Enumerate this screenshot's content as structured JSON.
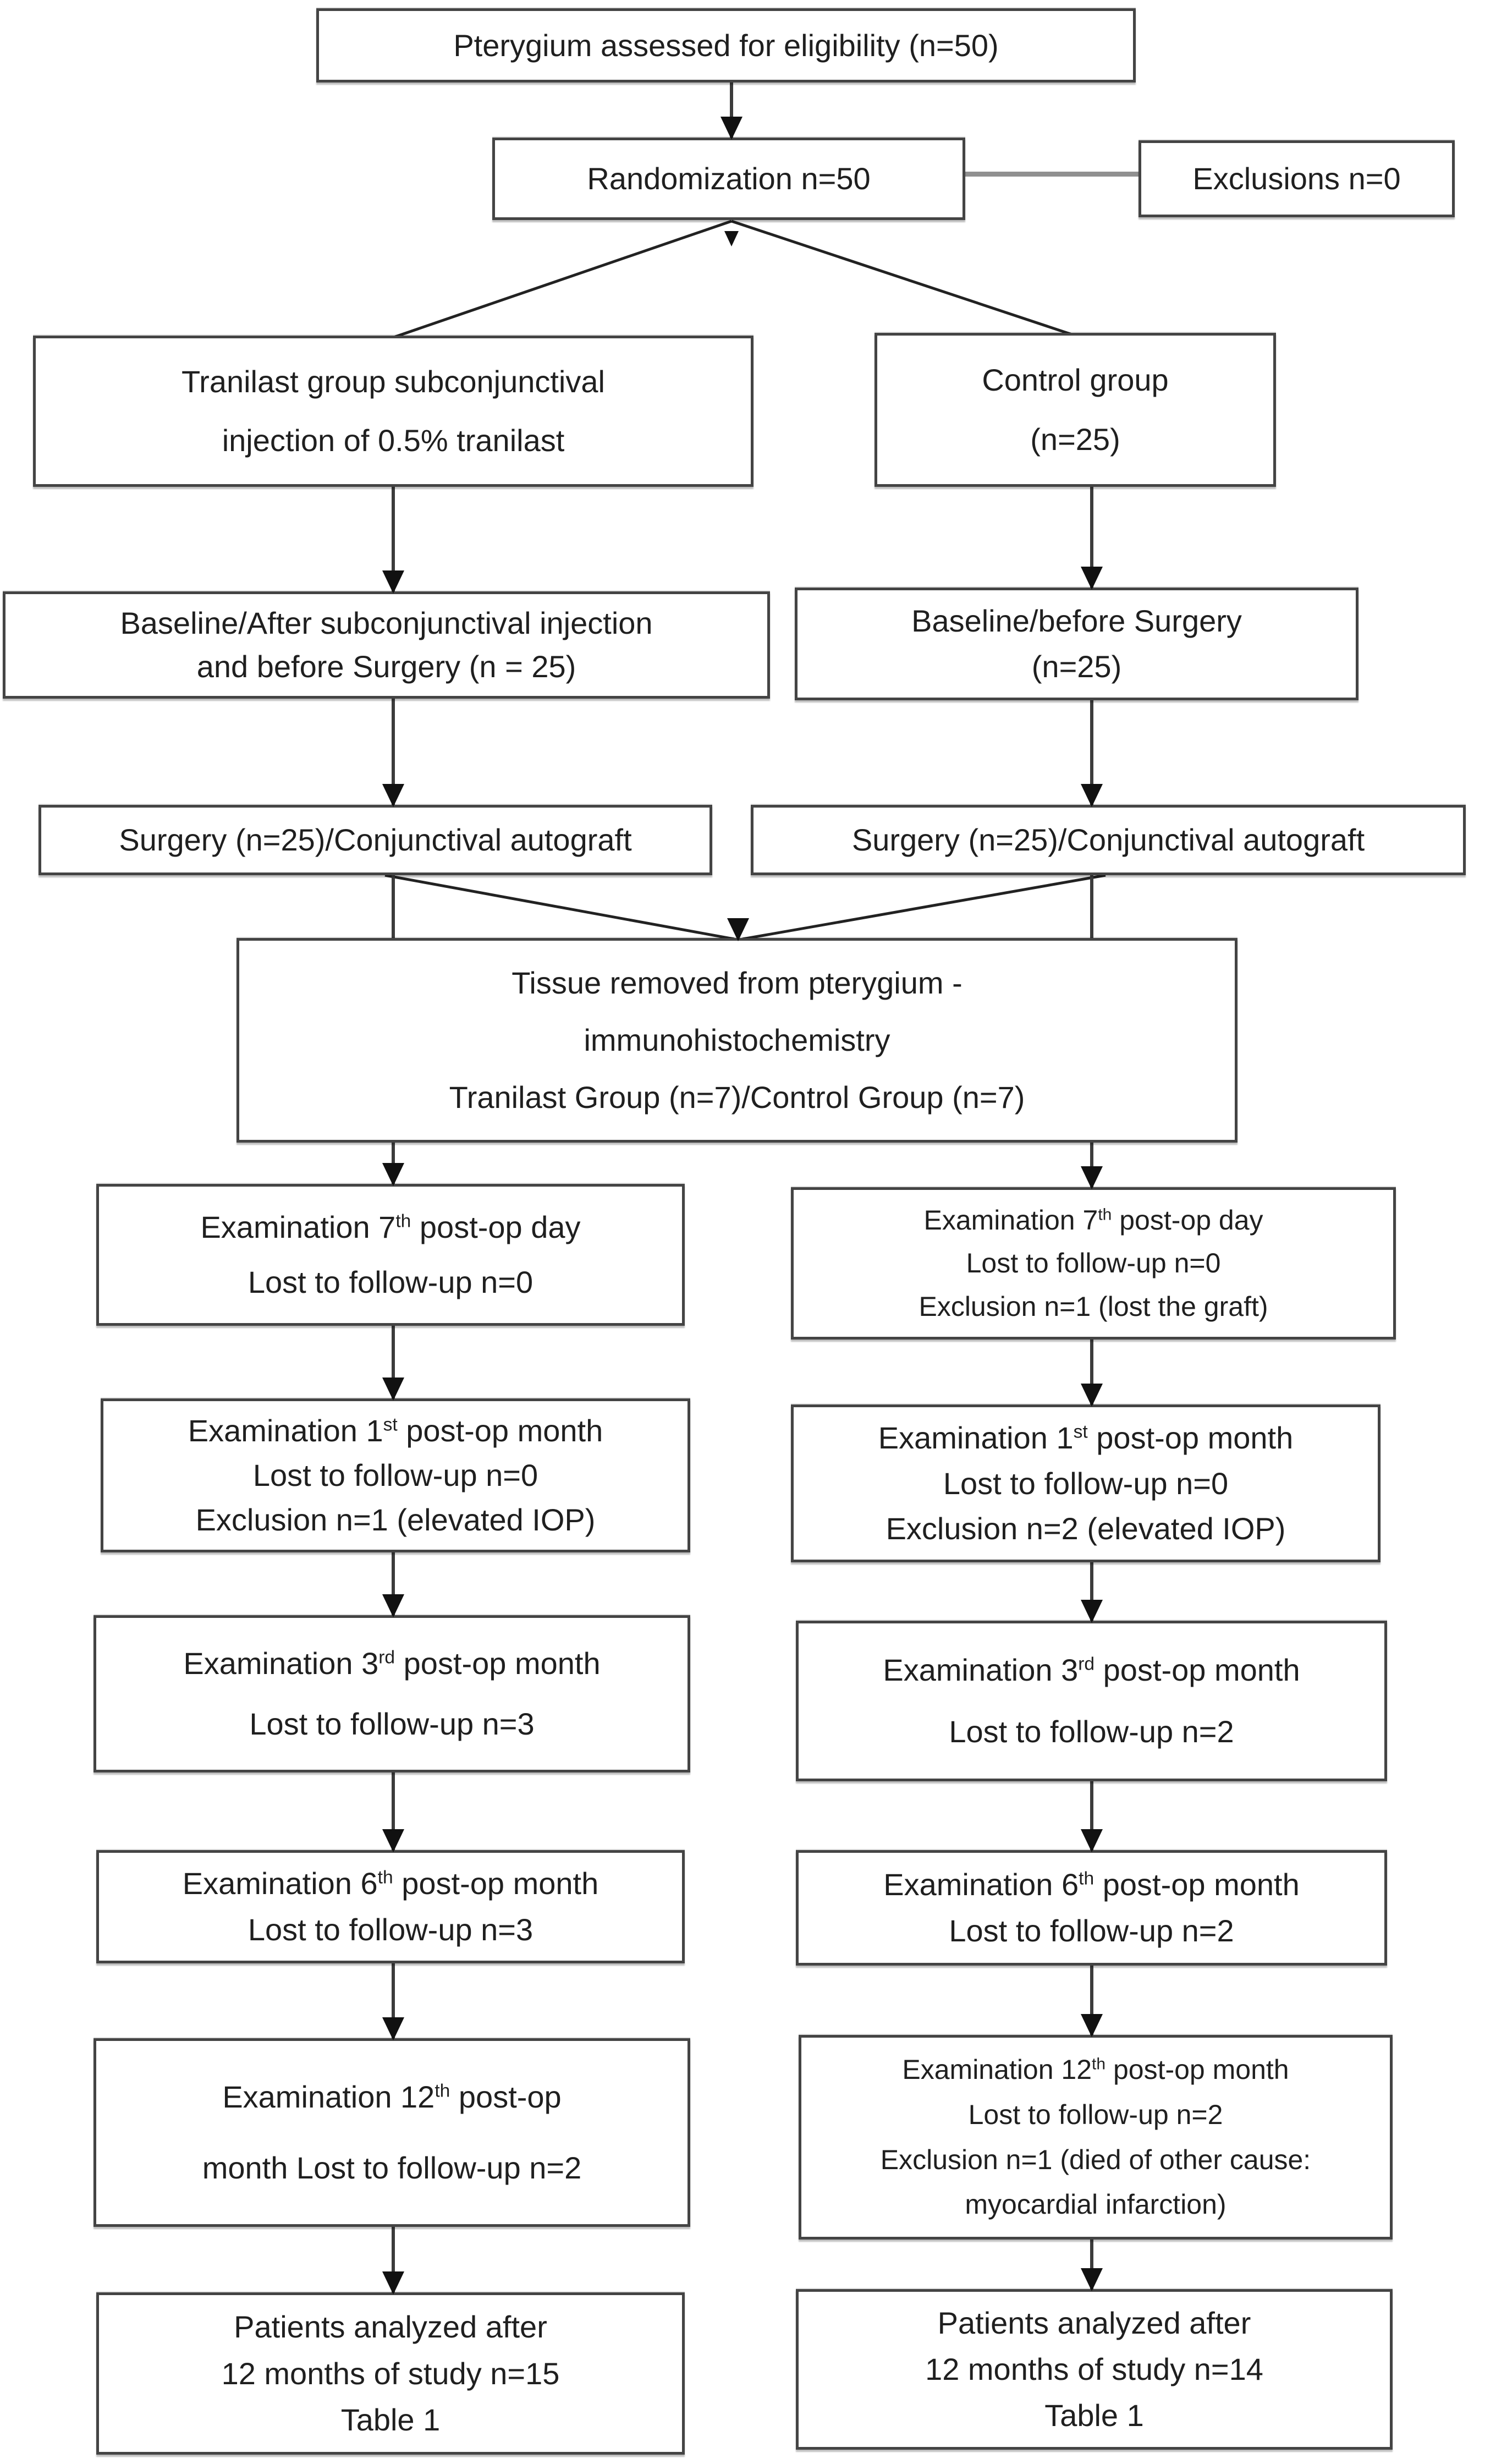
{
  "diagram": {
    "type": "flowchart",
    "colors": {
      "background": "#ffffff",
      "box_border": "#444444",
      "line": "#3c3c3c",
      "arrow": "#111111",
      "connector_gray": "#909090",
      "text": "#1f1f1f"
    },
    "boxes": {
      "eligibility": {
        "l1": "Pterygium assessed for eligibility (n=50)"
      },
      "randomization": {
        "l1": "Randomization n=50"
      },
      "exclusions": {
        "l1": "Exclusions n=0"
      },
      "tranilast_group": {
        "l1": "Tranilast group subconjunctival",
        "l2": "injection of 0.5% tranilast"
      },
      "control_group": {
        "l1": "Control group",
        "l2": "(n=25)"
      },
      "baseline_left": {
        "l1": "Baseline/After subconjunctival injection",
        "l2": "and before Surgery (n = 25)"
      },
      "baseline_right": {
        "l1": "Baseline/before Surgery",
        "l2": "(n=25)"
      },
      "surgery_left": {
        "l1": "Surgery (n=25)/Conjunctival autograft"
      },
      "surgery_right": {
        "l1": "Surgery (n=25)/Conjunctival autograft"
      },
      "tissue": {
        "l1": "Tissue removed from pterygium -",
        "l2": "immunohistochemistry",
        "l3": "Tranilast Group (n=7)/Control Group (n=7)"
      },
      "exam7_left": {
        "l1a": "Examination 7",
        "l1sup": "th",
        "l1b": " post-op day",
        "l2": "Lost to follow-up n=0"
      },
      "exam7_right": {
        "l1a": "Examination 7",
        "l1sup": "th",
        "l1b": " post-op day",
        "l2": "Lost to follow-up n=0",
        "l3": "Exclusion n=1 (lost the graft)"
      },
      "exam1_left": {
        "l1a": "Examination 1",
        "l1sup": "st",
        "l1b": " post-op month",
        "l2": "Lost to follow-up n=0",
        "l3": "Exclusion n=1 (elevated IOP)"
      },
      "exam1_right": {
        "l1a": "Examination 1",
        "l1sup": "st",
        "l1b": " post-op month",
        "l2": "Lost to follow-up n=0",
        "l3": "Exclusion n=2 (elevated IOP)"
      },
      "exam3_left": {
        "l1a": "Examination 3",
        "l1sup": "rd",
        "l1b": " post-op month",
        "l2": "Lost to follow-up n=3"
      },
      "exam3_right": {
        "l1a": "Examination 3",
        "l1sup": "rd",
        "l1b": " post-op month",
        "l2": "Lost to follow-up n=2"
      },
      "exam6_left": {
        "l1a": "Examination 6",
        "l1sup": "th",
        "l1b": " post-op month",
        "l2": "Lost to follow-up n=3"
      },
      "exam6_right": {
        "l1a": "Examination 6",
        "l1sup": "th",
        "l1b": " post-op month",
        "l2": "Lost to follow-up n=2"
      },
      "exam12_left": {
        "l1a": "Examination 12",
        "l1sup": "th",
        "l1b": " post-op",
        "l2": "month Lost to follow-up n=2"
      },
      "exam12_right": {
        "l1a": "Examination 12",
        "l1sup": "th",
        "l1b": " post-op month",
        "l2": "Lost to follow-up n=2",
        "l3": "Exclusion n=1 (died of other cause:",
        "l4": "myocardial infarction)"
      },
      "patients_left": {
        "l1": "Patients analyzed after",
        "l2": "12 months of study n=15",
        "l3": "Table 1"
      },
      "patients_right": {
        "l1": "Patients analyzed after",
        "l2": "12 months of study n=14",
        "l3": "Table 1"
      }
    }
  }
}
